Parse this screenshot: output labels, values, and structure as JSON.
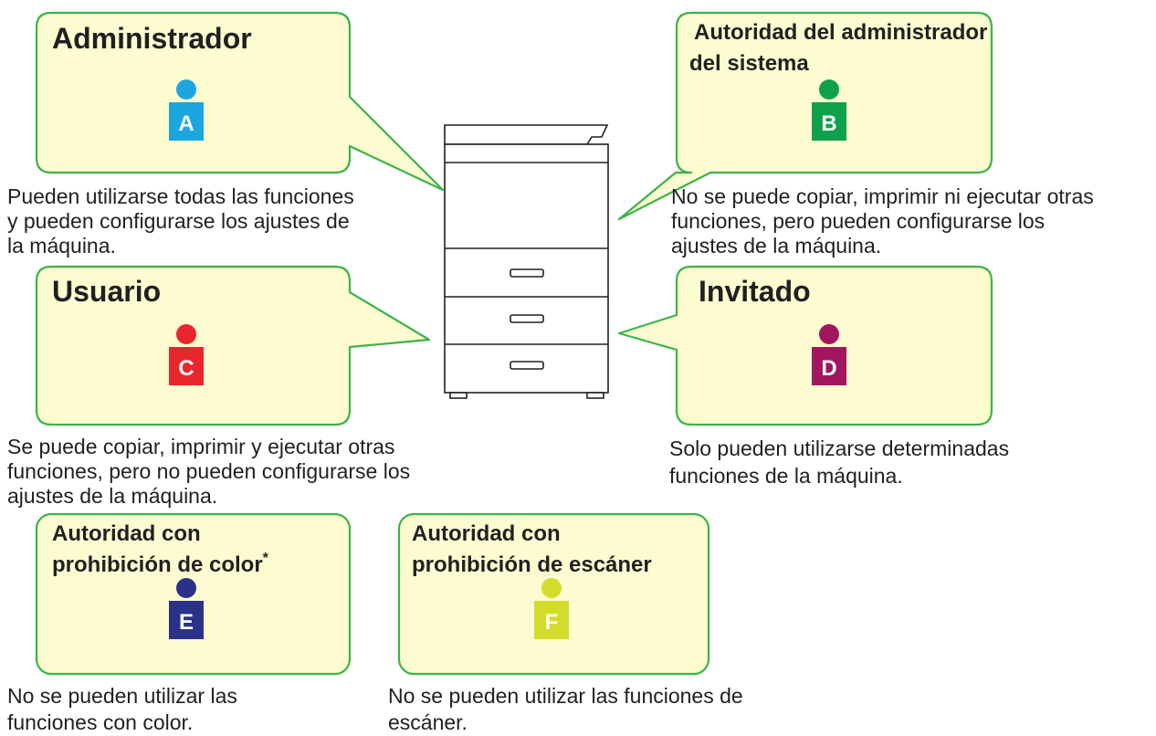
{
  "roles": [
    {
      "id": "admin",
      "title_lines": [
        "Administrador"
      ],
      "letter": "A",
      "color": "#1ca6e0",
      "description_lines": [
        "Pueden utilizarse todas las funciones",
        "y pueden configurarse los ajustes de",
        "la máquina."
      ]
    },
    {
      "id": "system-admin",
      "title_lines": [
        "Autoridad del administrador",
        "del sistema"
      ],
      "letter": "B",
      "color": "#0ea14b",
      "description_lines": [
        "No se puede copiar, imprimir ni ejecutar otras",
        "funciones, pero pueden configurarse los",
        "ajustes de la máquina."
      ]
    },
    {
      "id": "user",
      "title_lines": [
        "Usuario"
      ],
      "letter": "C",
      "color": "#e8262c",
      "description_lines": [
        "Se puede copiar, imprimir y ejecutar otras",
        "funciones, pero no pueden configurarse los",
        "ajustes de la máquina."
      ]
    },
    {
      "id": "guest",
      "title_lines": [
        "Invitado"
      ],
      "letter": "D",
      "color": "#a2165f",
      "description_lines": [
        "Solo pueden utilizarse determinadas",
        "funciones de la máquina."
      ]
    },
    {
      "id": "no-color",
      "title_lines": [
        "Autoridad con",
        "prohibición de color"
      ],
      "title_mark": "*",
      "letter": "E",
      "color": "#2a3288",
      "description_lines": [
        "No se pueden utilizar las",
        "funciones con color."
      ]
    },
    {
      "id": "no-scanner",
      "title_lines": [
        "Autoridad con",
        "prohibición de escáner"
      ],
      "letter": "F",
      "color": "#d3dc2b",
      "description_lines": [
        "No se pueden utilizar las funciones de",
        "escáner."
      ]
    }
  ],
  "colors": {
    "bubble_fill": "#fdfcd0",
    "bubble_stroke": "#3db34a",
    "text": "#231f20"
  }
}
